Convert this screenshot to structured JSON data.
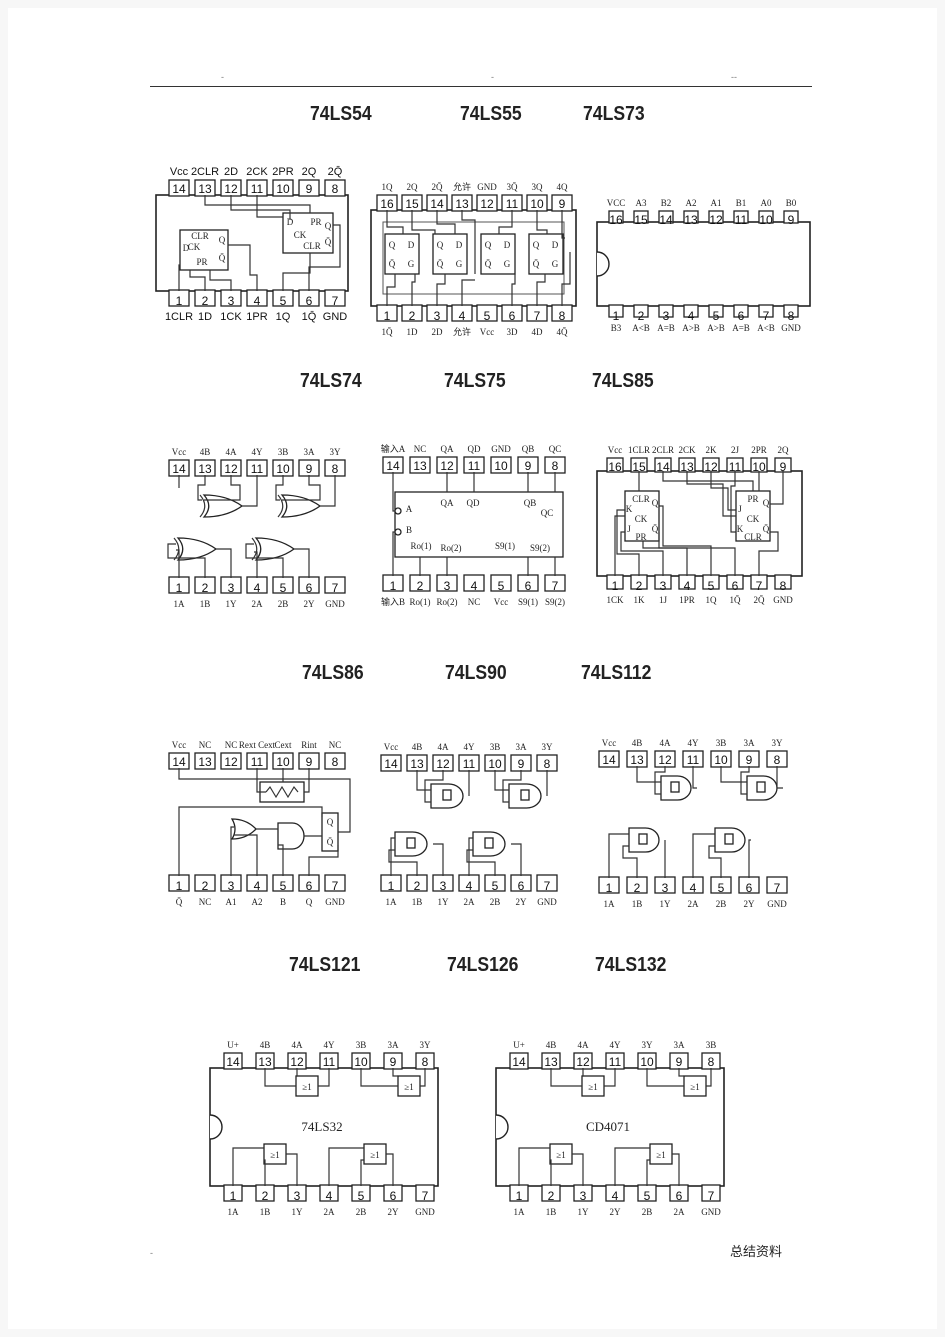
{
  "header": {
    "dots": [
      "-",
      "-",
      "--"
    ]
  },
  "title_rows": [
    [
      "74LS54",
      "74LS55",
      "74LS73"
    ],
    [
      "74LS74",
      "74LS75",
      "74LS85"
    ],
    [
      "74LS86",
      "74LS90",
      "74LS112"
    ],
    [
      "74LS121",
      "74LS126",
      "74LS132"
    ]
  ],
  "chips": {
    "c1": {
      "top": [
        "Vcc",
        "2CLR",
        "2D",
        "2CK",
        "2PR",
        "2Q",
        "2Q̄"
      ],
      "bottom": [
        "1CLR",
        "1D",
        "1CK",
        "1PR",
        "1Q",
        "1Q̄",
        "GND"
      ],
      "inner": [
        "CLR",
        "D",
        "CK",
        "PR",
        "Q",
        "Q̄",
        "D",
        "PR",
        "CK",
        "CLR",
        "Q",
        "Q̄"
      ]
    },
    "c2": {
      "top": [
        "1Q",
        "2Q",
        "2Q̄",
        "允许",
        "GND",
        "3Q̄",
        "3Q",
        "4Q"
      ],
      "bottom": [
        "1Q̄",
        "1D",
        "2D",
        "允许",
        "Vcc",
        "3D",
        "4D",
        "4Q̄"
      ],
      "inner": [
        "Q",
        "D",
        "Q̄",
        "G"
      ]
    },
    "c3": {
      "top": [
        "VCC",
        "A3",
        "B2",
        "A2",
        "A1",
        "B1",
        "A0",
        "B0"
      ],
      "bottom": [
        "B3",
        "A<B",
        "A=B",
        "A>B",
        "A>B",
        "A=B",
        "A<B",
        "GND"
      ]
    },
    "c4": {
      "top": [
        "Vcc",
        "4B",
        "4A",
        "4Y",
        "3B",
        "3A",
        "3Y"
      ],
      "bottom": [
        "1A",
        "1B",
        "1Y",
        "2A",
        "2B",
        "2Y",
        "GND"
      ]
    },
    "c5": {
      "top": [
        "输入A",
        "NC",
        "QA",
        "QD",
        "GND",
        "QB",
        "QC"
      ],
      "bottom": [
        "输入B",
        "Ro(1)",
        "Ro(2)",
        "NC",
        "Vcc",
        "S9(1)",
        "S9(2)"
      ],
      "inner": [
        "A",
        "B",
        "QA",
        "QD",
        "QB",
        "QC",
        "Ro(1)",
        "Ro(2)",
        "S9(1)",
        "S9(2)"
      ]
    },
    "c6": {
      "top": [
        "Vcc",
        "1CLR",
        "2CLR",
        "2CK",
        "2K",
        "2J",
        "2PR",
        "2Q"
      ],
      "bottom": [
        "1CK",
        "1K",
        "1J",
        "1PR",
        "1Q",
        "1Q̄",
        "2Q̄",
        "GND"
      ],
      "inner": [
        "CLR",
        "K",
        "CK",
        "J",
        "PR",
        "Q",
        "Q̄",
        "PR",
        "J",
        "CK",
        "K",
        "CLR",
        "Q",
        "Q̄"
      ]
    },
    "c7": {
      "top": [
        "Vcc",
        "NC",
        "NC",
        "Rext Cext",
        "Cext",
        "Rint",
        "NC"
      ],
      "bottom": [
        "Q̄",
        "NC",
        "A1",
        "A2",
        "B",
        "Q",
        "GND"
      ],
      "inner": [
        "Q",
        "Q̄"
      ]
    },
    "c8": {
      "top": [
        "Vcc",
        "4B",
        "4A",
        "4Y",
        "3B",
        "3A",
        "3Y"
      ],
      "bottom": [
        "1A",
        "1B",
        "1Y",
        "2A",
        "2B",
        "2Y",
        "GND"
      ]
    },
    "c9": {
      "top": [
        "Vcc",
        "4B",
        "4A",
        "4Y",
        "3B",
        "3A",
        "3Y"
      ],
      "bottom": [
        "1A",
        "1B",
        "1Y",
        "2A",
        "2B",
        "2Y",
        "GND"
      ]
    },
    "c10": {
      "top": [
        "U+",
        "4B",
        "4A",
        "4Y",
        "3B",
        "3A",
        "3Y"
      ],
      "bottom": [
        "1A",
        "1B",
        "1Y",
        "2A",
        "2B",
        "2Y",
        "GND"
      ],
      "center": "74LS32",
      "gate": "≥1"
    },
    "c11": {
      "top": [
        "U+",
        "4B",
        "4A",
        "4Y",
        "3Y",
        "3A",
        "3B"
      ],
      "bottom": [
        "1A",
        "1B",
        "1Y",
        "2Y",
        "2B",
        "2A",
        "GND"
      ],
      "center": "CD4071",
      "gate": "≥1"
    }
  },
  "footer": {
    "left": "-",
    "right": "总结资料"
  }
}
